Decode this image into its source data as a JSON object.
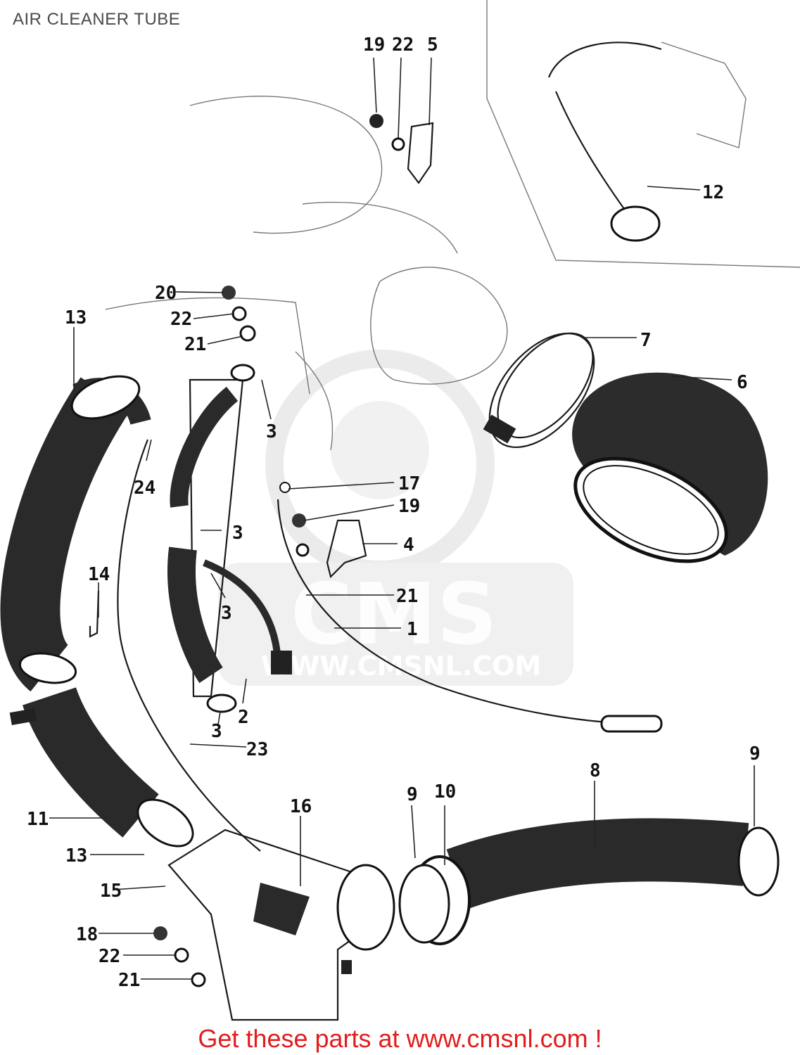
{
  "page": {
    "title": "AIR CLEANER TUBE"
  },
  "watermark": {
    "brand": "CMS",
    "url": "WWW.CMSNL.COM"
  },
  "footer": {
    "text": "Get these parts at www.cmsnl.com !"
  },
  "callouts": [
    "19",
    "22",
    "5",
    "12",
    "20",
    "22",
    "21",
    "13",
    "7",
    "6",
    "3",
    "24",
    "17",
    "19",
    "3",
    "4",
    "3",
    "14",
    "21",
    "1",
    "3",
    "2",
    "23",
    "9",
    "8",
    "9",
    "10",
    "11",
    "16",
    "13",
    "15",
    "18",
    "22",
    "21"
  ],
  "colors": {
    "ink": "#111111",
    "footer": "#e11d1d",
    "watermark": "#dcdcdc"
  }
}
